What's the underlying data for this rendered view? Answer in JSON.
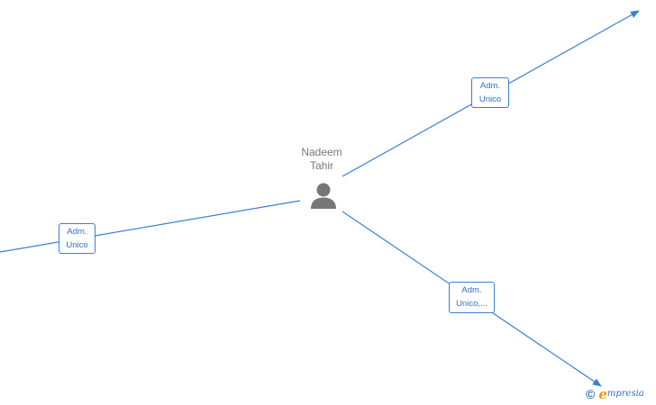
{
  "person": {
    "name_line1": "Nadeem",
    "name_line2": "Tahir"
  },
  "relations": [
    {
      "line1": "Adm.",
      "line2": "Unico"
    },
    {
      "line1": "Adm.",
      "line2": "Unico"
    },
    {
      "line1": "Adm.",
      "line2": "Unico,..."
    }
  ],
  "watermark": {
    "copyright_symbol": "©",
    "logo_initial": "e",
    "logo_rest": "mpresia"
  },
  "colors": {
    "edge": "#3a7fd5",
    "label_text": "#2f6fc5",
    "person_icon": "#777777",
    "logo_accent": "#f39200"
  }
}
